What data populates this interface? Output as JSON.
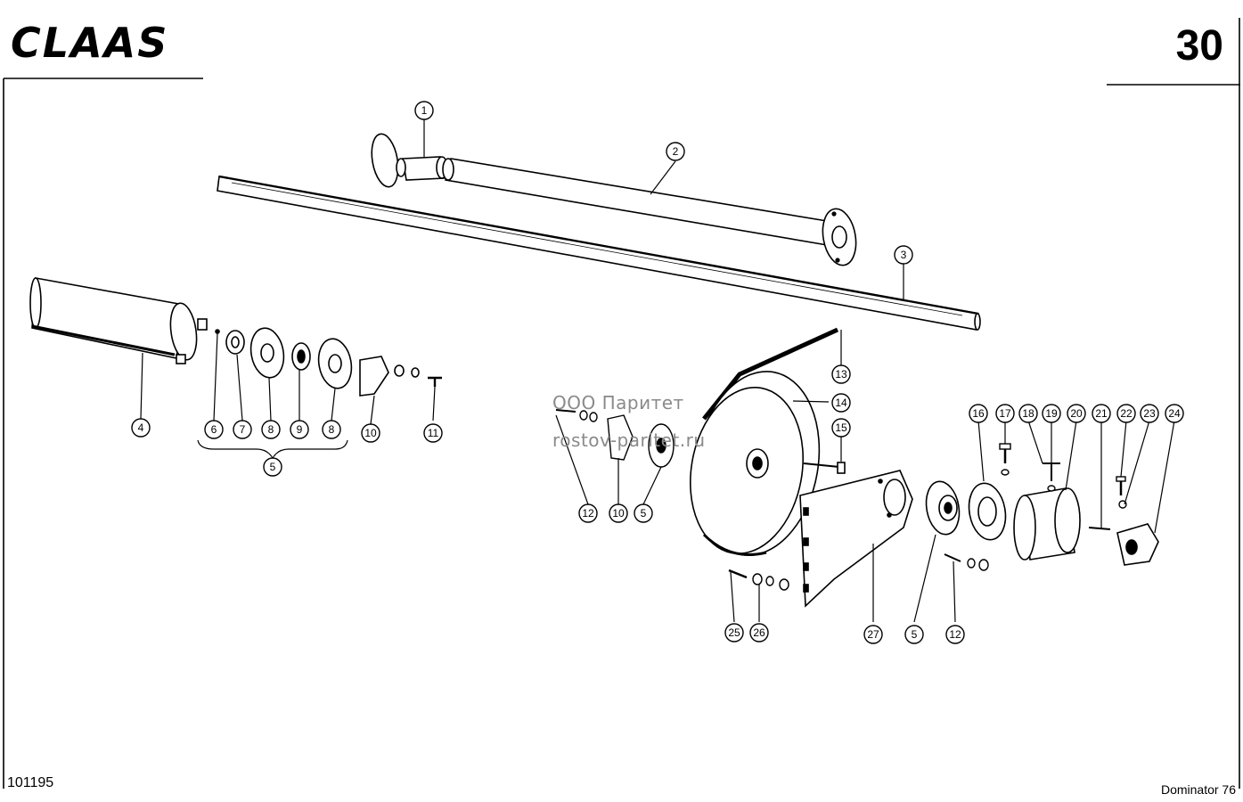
{
  "brand": "CLAAS",
  "page_number": "30",
  "doc_number": "101195",
  "model": "Dominator 76",
  "watermark": {
    "line1": "ООО Паритет",
    "line2": "rostov-paritet.ru"
  },
  "callouts": [
    {
      "id": "c1",
      "label": "1"
    },
    {
      "id": "c2",
      "label": "2"
    },
    {
      "id": "c3",
      "label": "3"
    },
    {
      "id": "c4",
      "label": "4"
    },
    {
      "id": "c6",
      "label": "6"
    },
    {
      "id": "c7",
      "label": "7"
    },
    {
      "id": "c8a",
      "label": "8"
    },
    {
      "id": "c9",
      "label": "9"
    },
    {
      "id": "c8b",
      "label": "8"
    },
    {
      "id": "c10a",
      "label": "10"
    },
    {
      "id": "c11",
      "label": "11"
    },
    {
      "id": "c5a",
      "label": "5"
    },
    {
      "id": "c12a",
      "label": "12"
    },
    {
      "id": "c10b",
      "label": "10"
    },
    {
      "id": "c5b",
      "label": "5"
    },
    {
      "id": "c13",
      "label": "13"
    },
    {
      "id": "c14",
      "label": "14"
    },
    {
      "id": "c15",
      "label": "15"
    },
    {
      "id": "c16",
      "label": "16"
    },
    {
      "id": "c17",
      "label": "17"
    },
    {
      "id": "c18",
      "label": "18"
    },
    {
      "id": "c19",
      "label": "19"
    },
    {
      "id": "c20",
      "label": "20"
    },
    {
      "id": "c21",
      "label": "21"
    },
    {
      "id": "c22",
      "label": "22"
    },
    {
      "id": "c23",
      "label": "23"
    },
    {
      "id": "c24",
      "label": "24"
    },
    {
      "id": "c25",
      "label": "25"
    },
    {
      "id": "c26",
      "label": "26"
    },
    {
      "id": "c27",
      "label": "27"
    },
    {
      "id": "c5c",
      "label": "5"
    },
    {
      "id": "c12b",
      "label": "12"
    }
  ]
}
